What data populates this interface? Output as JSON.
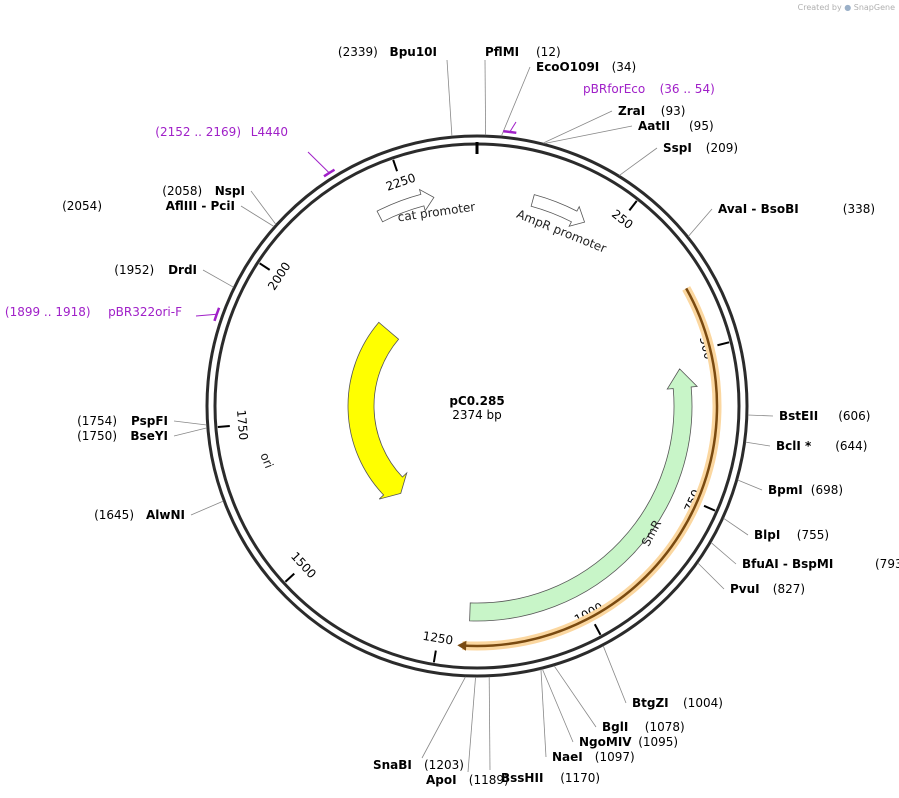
{
  "credit": {
    "text": "Created by",
    "brand": "SnapGene"
  },
  "plasmid": {
    "name": "pC0.285",
    "length_label": "2374 bp",
    "length": 2374
  },
  "ticks": [
    {
      "pos": 250,
      "label": "250"
    },
    {
      "pos": 500,
      "label": "500"
    },
    {
      "pos": 750,
      "label": "750"
    },
    {
      "pos": 1000,
      "label": "1000"
    },
    {
      "pos": 1250,
      "label": "1250"
    },
    {
      "pos": 1500,
      "label": "1500"
    },
    {
      "pos": 1750,
      "label": "1750"
    },
    {
      "pos": 2000,
      "label": "2000"
    },
    {
      "pos": 2250,
      "label": "2250"
    }
  ],
  "features": [
    {
      "name": "SmR",
      "start": 525,
      "end": 1200,
      "strand": "-",
      "color": "#c8f5c8"
    },
    {
      "name": "ori",
      "start": 1458,
      "end": 2047,
      "strand": "-",
      "color": "#ffff00"
    },
    {
      "name": "cat promoter",
      "start": 2195,
      "end": 2297,
      "strand": "+",
      "color": "#ffffff"
    },
    {
      "name": "AmpR promoter",
      "start": 100,
      "end": 200,
      "strand": "+",
      "color": "#ffffff"
    }
  ],
  "orf": {
    "start": 400,
    "end": 1210,
    "color": "#f5a623"
  },
  "sites": [
    {
      "name": "Bpu10I",
      "pos": "(2339)",
      "anchor": 2339
    },
    {
      "name": "PflMI",
      "pos": "(12)",
      "anchor": 12
    },
    {
      "name": "EcoO109I",
      "pos": "(34)",
      "anchor": 34
    },
    {
      "name": "ZraI",
      "pos": "(93)",
      "anchor": 93
    },
    {
      "name": "AatII",
      "pos": "(95)",
      "anchor": 95
    },
    {
      "name": "SspI",
      "pos": "(209)",
      "anchor": 209
    },
    {
      "name": "AvaI  -  BsoBI",
      "pos": "(338)",
      "anchor": 338
    },
    {
      "name": "BstEII",
      "pos": "(606)",
      "anchor": 606
    },
    {
      "name": "BclI *",
      "pos": "(644)",
      "anchor": 644
    },
    {
      "name": "BpmI",
      "pos": "(698)",
      "anchor": 698
    },
    {
      "name": "BlpI",
      "pos": "(755)",
      "anchor": 755
    },
    {
      "name": "BfuAI  -  BspMI",
      "pos": "(793)",
      "anchor": 793
    },
    {
      "name": "PvuI",
      "pos": "(827)",
      "anchor": 827
    },
    {
      "name": "BtgZI",
      "pos": "(1004)",
      "anchor": 1004
    },
    {
      "name": "BglI",
      "pos": "(1078)",
      "anchor": 1078
    },
    {
      "name": "NgoMIV",
      "pos": "(1095)",
      "anchor": 1095
    },
    {
      "name": "NaeI",
      "pos": "(1097)",
      "anchor": 1097
    },
    {
      "name": "BssHII",
      "pos": "(1170)",
      "anchor": 1170
    },
    {
      "name": "ApoI",
      "pos": "(1189)",
      "anchor": 1189
    },
    {
      "name": "SnaBI",
      "pos": "(1203)",
      "anchor": 1203
    },
    {
      "name": "AlwNI",
      "pos": "(1645)",
      "anchor": 1645
    },
    {
      "name": "BseYI",
      "pos": "(1750)",
      "anchor": 1750
    },
    {
      "name": "PspFI",
      "pos": "(1754)",
      "anchor": 1754
    },
    {
      "name": "DrdI",
      "pos": "(1952)",
      "anchor": 1952
    },
    {
      "name": "AflIII  -  PciI",
      "pos": "(2054)",
      "anchor": 2054
    },
    {
      "name": "NspI",
      "pos": "(2058)",
      "anchor": 2058
    }
  ],
  "primers": [
    {
      "name": "pBRforEco",
      "range": "(36 .. 54)",
      "start": 36,
      "end": 54
    },
    {
      "name": "L4440",
      "range": "(2152 .. 2169)",
      "start": 2152,
      "end": 2169
    },
    {
      "name": "pBR322ori-F",
      "range": "(1899 .. 1918)",
      "start": 1899,
      "end": 1918
    }
  ]
}
